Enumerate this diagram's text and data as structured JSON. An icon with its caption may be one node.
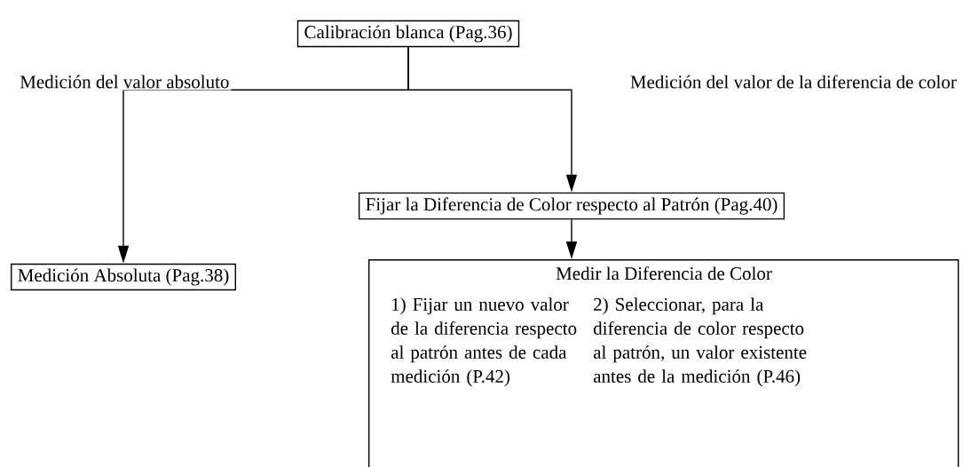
{
  "diagram": {
    "nodes": [
      {
        "text": [
          "Calibración blanca (Pag.36)"
        ]
      },
      {
        "text": [
          "Fijar la Diferencia de Color respecto al Patrón (Pag.40)"
        ]
      },
      {
        "text": [
          "Medición Absoluta (Pag.38)"
        ]
      },
      {
        "text": [
          "Medir la Diferencia de Color",
          "1) Fijar un nuevo valor de la diferencia respecto al patrón antes de cada medición (P.42)",
          "2) Seleccionar, para la diferencia de color respecto al patrón, un valor existente antes de la medición (P.46)"
        ]
      }
    ],
    "edges": [
      {
        "from": 0,
        "to": 2,
        "arrow": "to",
        "label": "Medición del valor absoluto"
      },
      {
        "from": 0,
        "to": 1,
        "arrow": "to",
        "label": "Medición del valor de la diferencia de color"
      },
      {
        "from": 1,
        "to": 3,
        "arrow": "to"
      }
    ]
  }
}
